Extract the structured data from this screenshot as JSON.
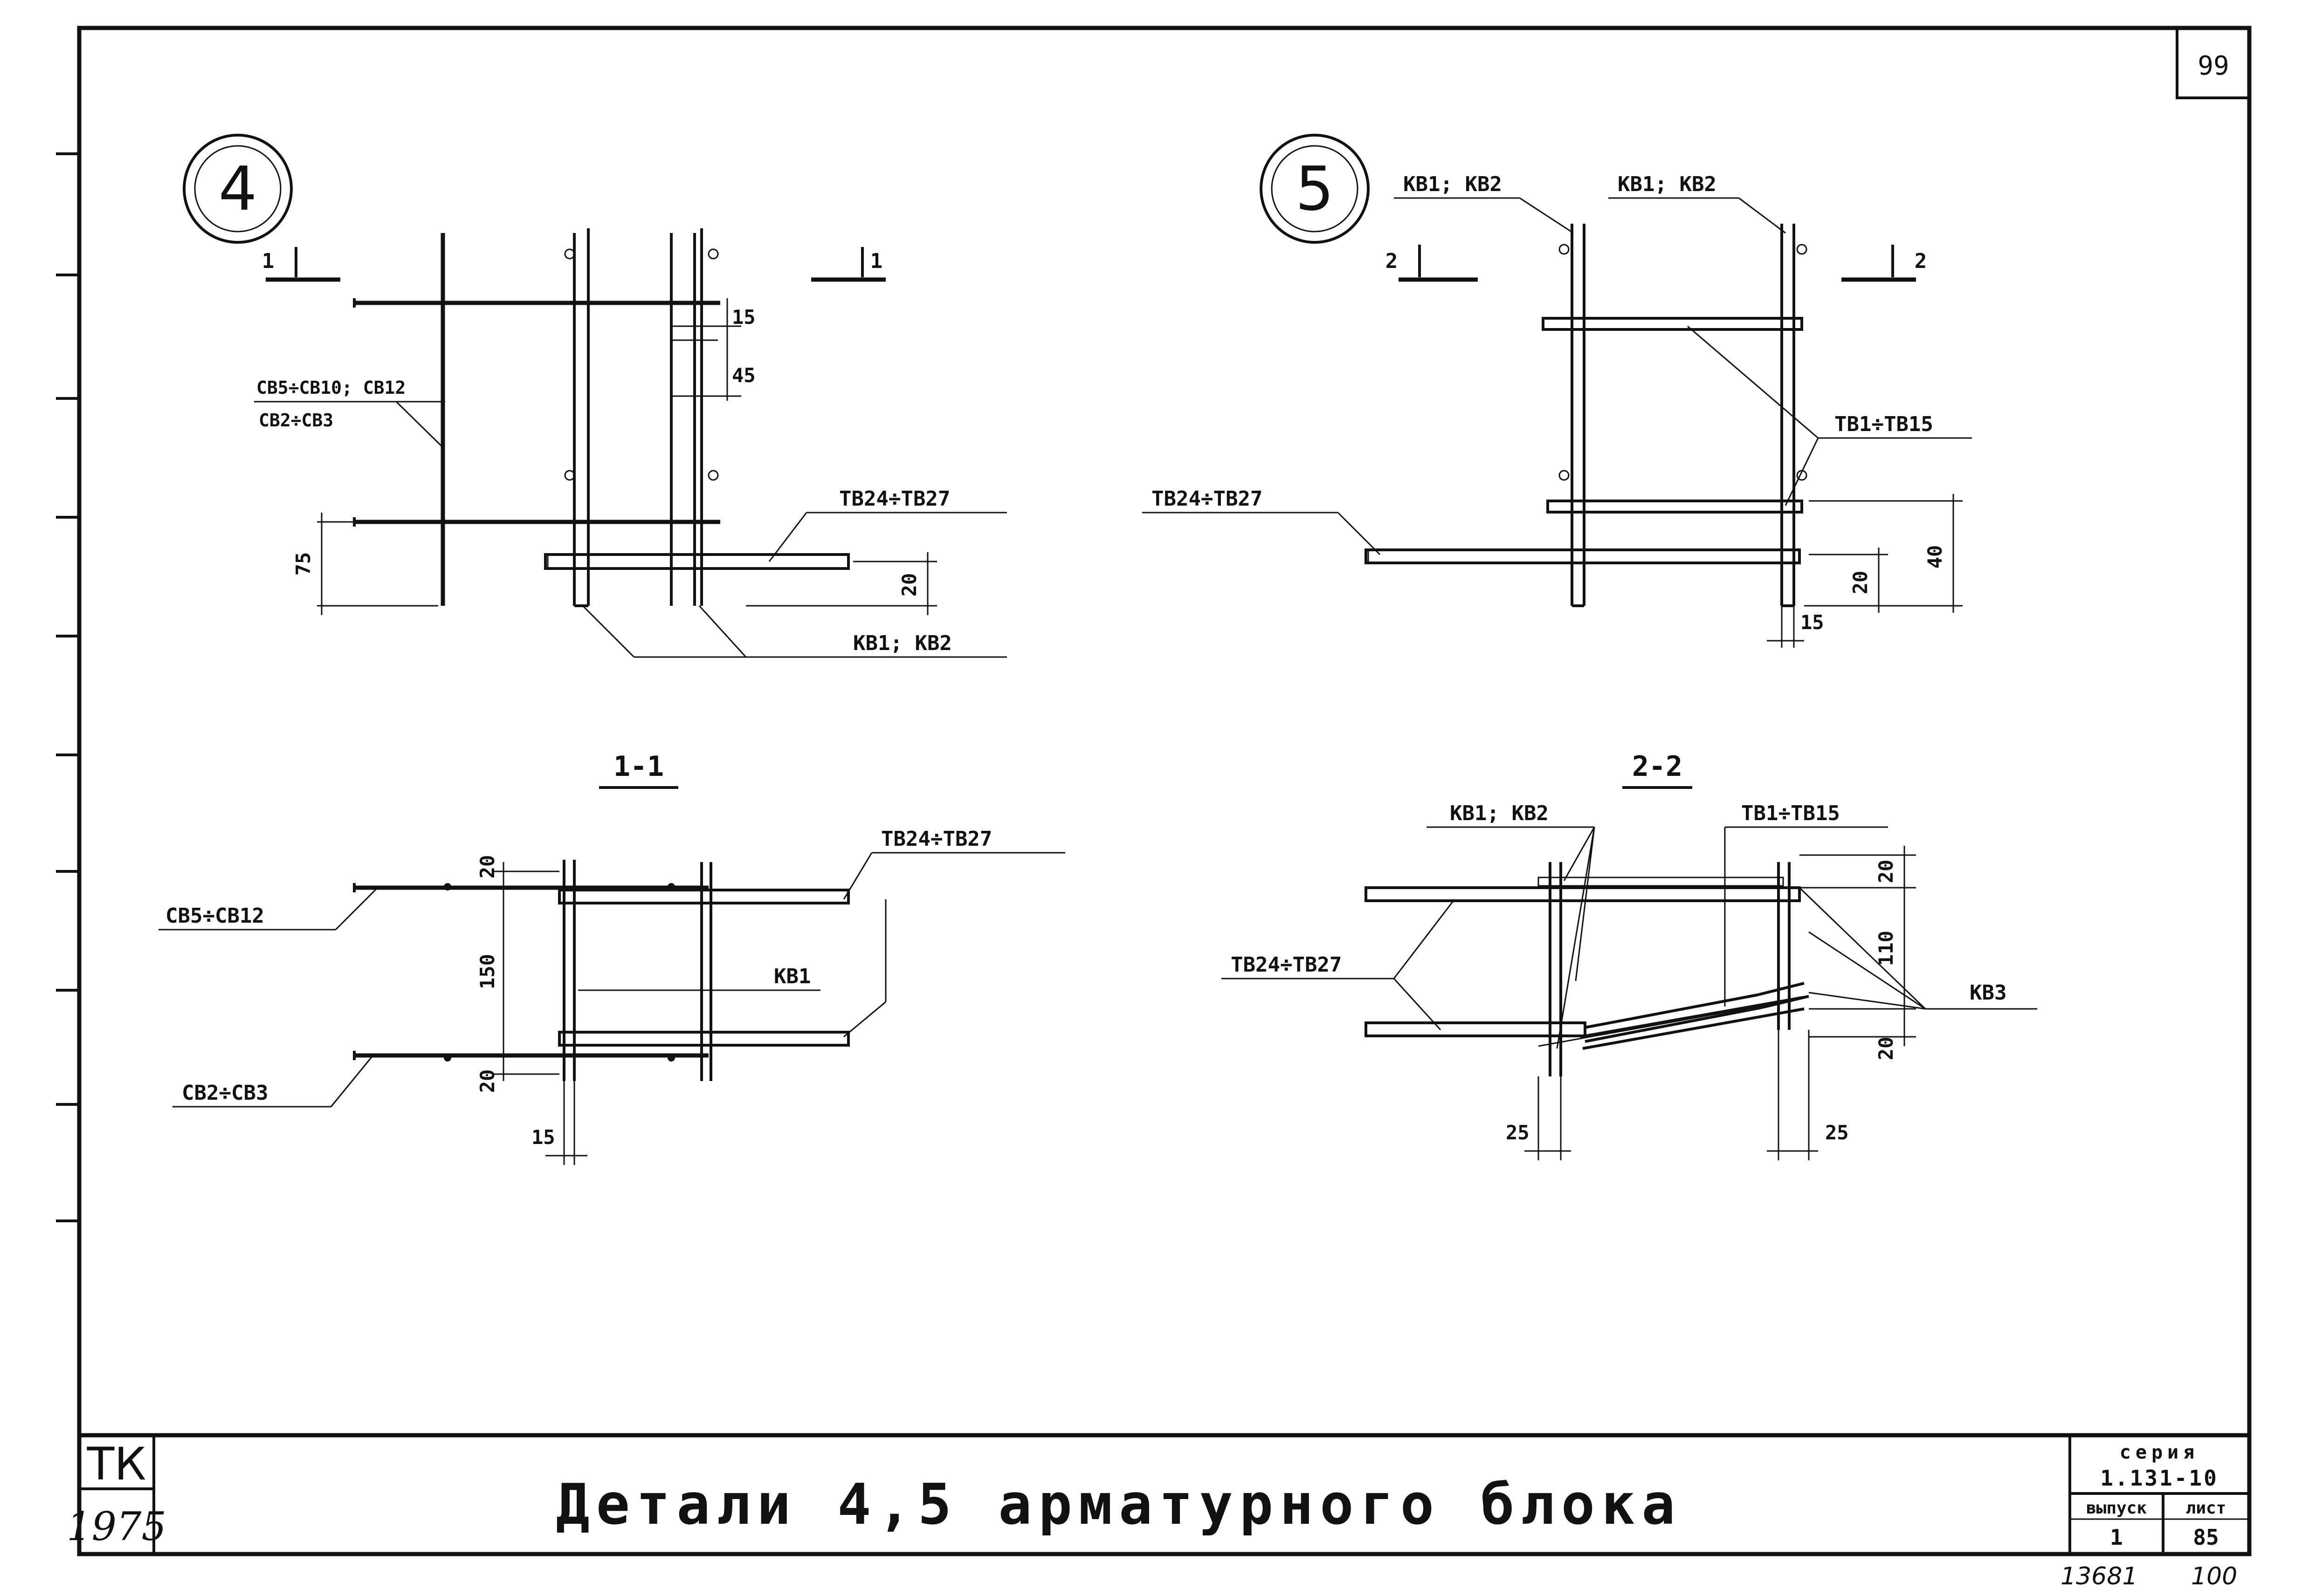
{
  "sheet_number_top": "99",
  "details": {
    "d4": {
      "marker": "4",
      "cut_left": "1",
      "cut_right": "1",
      "label_cb5": "СВ5÷СВ10; СВ12",
      "label_cb2": "СВ2÷СВ3",
      "label_tb24": "ТВ24÷ТВ27",
      "label_kb": "КВ1; КВ2",
      "dim_15": "15",
      "dim_45": "45",
      "dim_75": "75",
      "dim_20": "20"
    },
    "d5": {
      "marker": "5",
      "cut_left": "2",
      "cut_right": "2",
      "label_kb_left": "КВ1; КВ2",
      "label_kb_right": "КВ1; КВ2",
      "label_tb1": "ТВ1÷ТВ15",
      "label_tb24": "ТВ24÷ТВ27",
      "dim_20": "20",
      "dim_40": "40",
      "dim_15": "15"
    }
  },
  "sections": {
    "s11": {
      "title": "1-1",
      "label_cb5": "СВ5÷СВ12",
      "label_cb2": "СВ2÷СВ3",
      "label_tb24": "ТВ24÷ТВ27",
      "label_kb1": "КВ1",
      "dim_20_top": "20",
      "dim_150": "150",
      "dim_20_bot": "20",
      "dim_15": "15"
    },
    "s22": {
      "title": "2-2",
      "label_kb": "КВ1; КВ2",
      "label_tb1": "ТВ1÷ТВ15",
      "label_tb24": "ТВ24÷ТВ27",
      "label_kb3": "КВ3",
      "dim_20_top": "20",
      "dim_110": "110",
      "dim_20_bot": "20",
      "dim_25_left": "25",
      "dim_25_right": "25"
    }
  },
  "title_block": {
    "org": "ТК",
    "year": "1975",
    "title": "Детали 4,5 арматурного блока",
    "series_label": "серия",
    "series_value": "1.131-10",
    "issue_label": "выпуск",
    "issue_value": "1",
    "sheet_label": "лист",
    "sheet_value": "85"
  },
  "handwritten": {
    "inventory": "13681",
    "page": "100"
  }
}
